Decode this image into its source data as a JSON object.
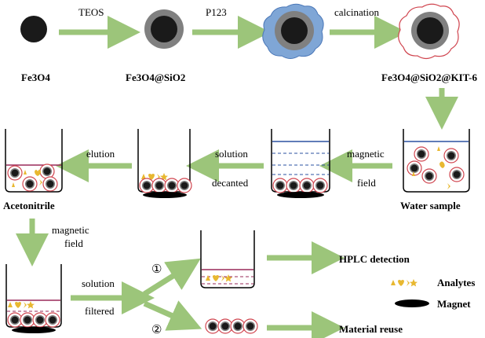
{
  "steps": {
    "s1": "TEOS",
    "s2": "P123",
    "s3": "calcination",
    "s4_a": "magnetic",
    "s4_b": "field",
    "s5_a": "solution",
    "s5_b": "decanted",
    "s6": "elution",
    "s7_a": "magnetic",
    "s7_b": "field",
    "s8_a": "solution",
    "s8_b": "filtered",
    "route1": "①",
    "route2": "②"
  },
  "materials": {
    "m1": "Fe3O4",
    "m2": "Fe3O4@SiO2",
    "m3": "Fe3O4@SiO2@KIT-6",
    "water": "Water sample",
    "acn": "Acetonitrile"
  },
  "outcomes": {
    "hplc": "HPLC  detection",
    "reuse": "Material reuse"
  },
  "legend": {
    "analytes": "Analytes",
    "magnet": "Magnet"
  },
  "colors": {
    "arrow": "#9cc57a",
    "core": "#1a1a1a",
    "silica": "#808080",
    "p123": "#7fa6d6",
    "kit6": "#d0454f",
    "analyte": "#e8b830",
    "water_line": "#2b50a0",
    "acn_line": "#9a2a5a"
  }
}
